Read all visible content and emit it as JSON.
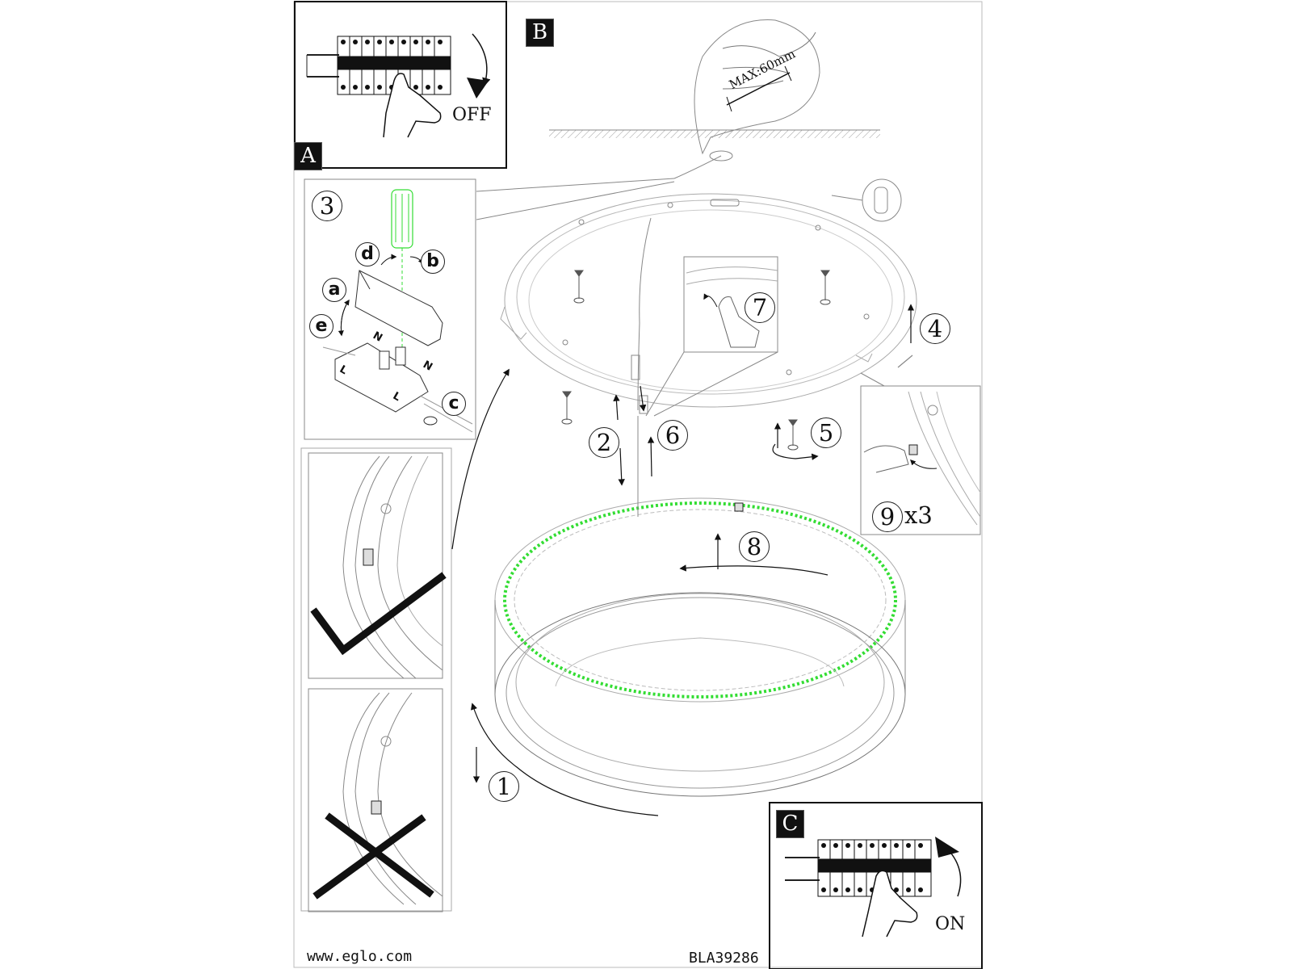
{
  "panels": {
    "a": {
      "badge": "A",
      "caption": "OFF"
    },
    "b": {
      "badge": "B",
      "cable_label": "MAX:60mm"
    },
    "c": {
      "badge": "C",
      "caption": "ON"
    }
  },
  "steps": [
    "1",
    "2",
    "3",
    "4",
    "5",
    "6",
    "7",
    "8",
    "9"
  ],
  "step9_multiplier": "x3",
  "terminal_letters": {
    "a": "a",
    "b": "b",
    "c": "c",
    "d": "d",
    "e": "e"
  },
  "terminal_marks": {
    "n1": "N",
    "n2": "N",
    "l1": "L",
    "l2": "L"
  },
  "footer": {
    "website": "www.eglo.com",
    "doc_code": "BLA39286"
  },
  "colors": {
    "line": "#222222",
    "leader": "#888888",
    "led": "#33dd33",
    "ink": "#111111"
  }
}
